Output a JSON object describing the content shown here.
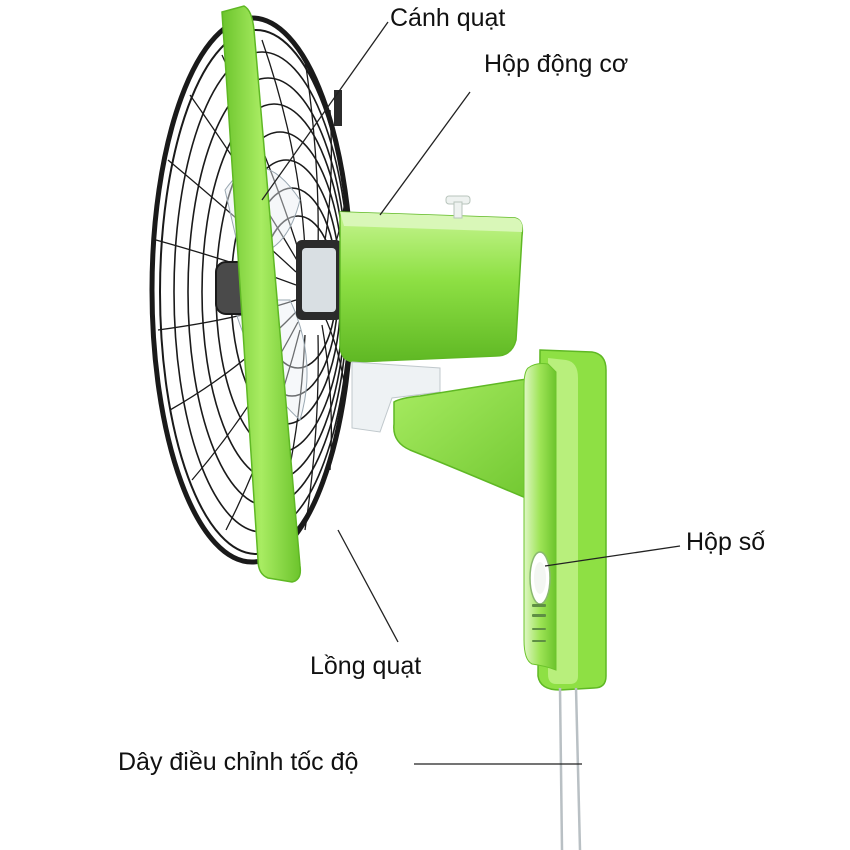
{
  "labels": {
    "blade": "Cánh quạt",
    "motor_housing": "Hộp động cơ",
    "gearbox": "Hộp số",
    "cage": "Lồng quạt",
    "speed_cord": "Dây điều chỉnh tốc độ"
  },
  "colors": {
    "body_green": "#8ee044",
    "body_green_dark": "#5fb824",
    "body_green_light": "#c2f28e",
    "cage_wire": "#1a1a1a",
    "leader_line": "#222222",
    "background": "#ffffff"
  }
}
